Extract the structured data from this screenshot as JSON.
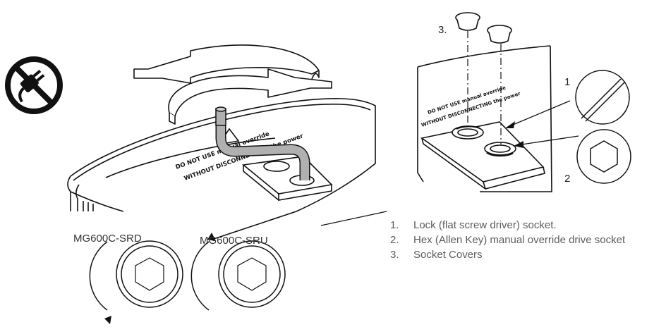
{
  "models": {
    "left": "MG600C-SRD",
    "right": "MG600C-SRU"
  },
  "callouts": {
    "cover_number": "3.",
    "lock_number": "1",
    "hex_number": "2"
  },
  "legend": [
    {
      "number": "1.",
      "text": "Lock (flat screw driver) socket."
    },
    {
      "number": "2.",
      "text": "Hex (Allen Key) manual override drive socket"
    },
    {
      "number": "3.",
      "text": "Socket Covers"
    }
  ],
  "actuator_label": {
    "line1": "DO NOT USE manual override",
    "line2": "WITHOUT DISCONNECTING the power"
  },
  "icons": {
    "warning": "no-power-plug-icon",
    "rotation": "rotation-arrows-icon",
    "key": "allen-key-icon",
    "lock_detail": "flat-slot-icon",
    "hex_detail": "hexagon-socket-icon"
  },
  "colors": {
    "line": "#111111",
    "key_fill": "#b0b0b0",
    "legend_text": "#5c5c5c"
  }
}
